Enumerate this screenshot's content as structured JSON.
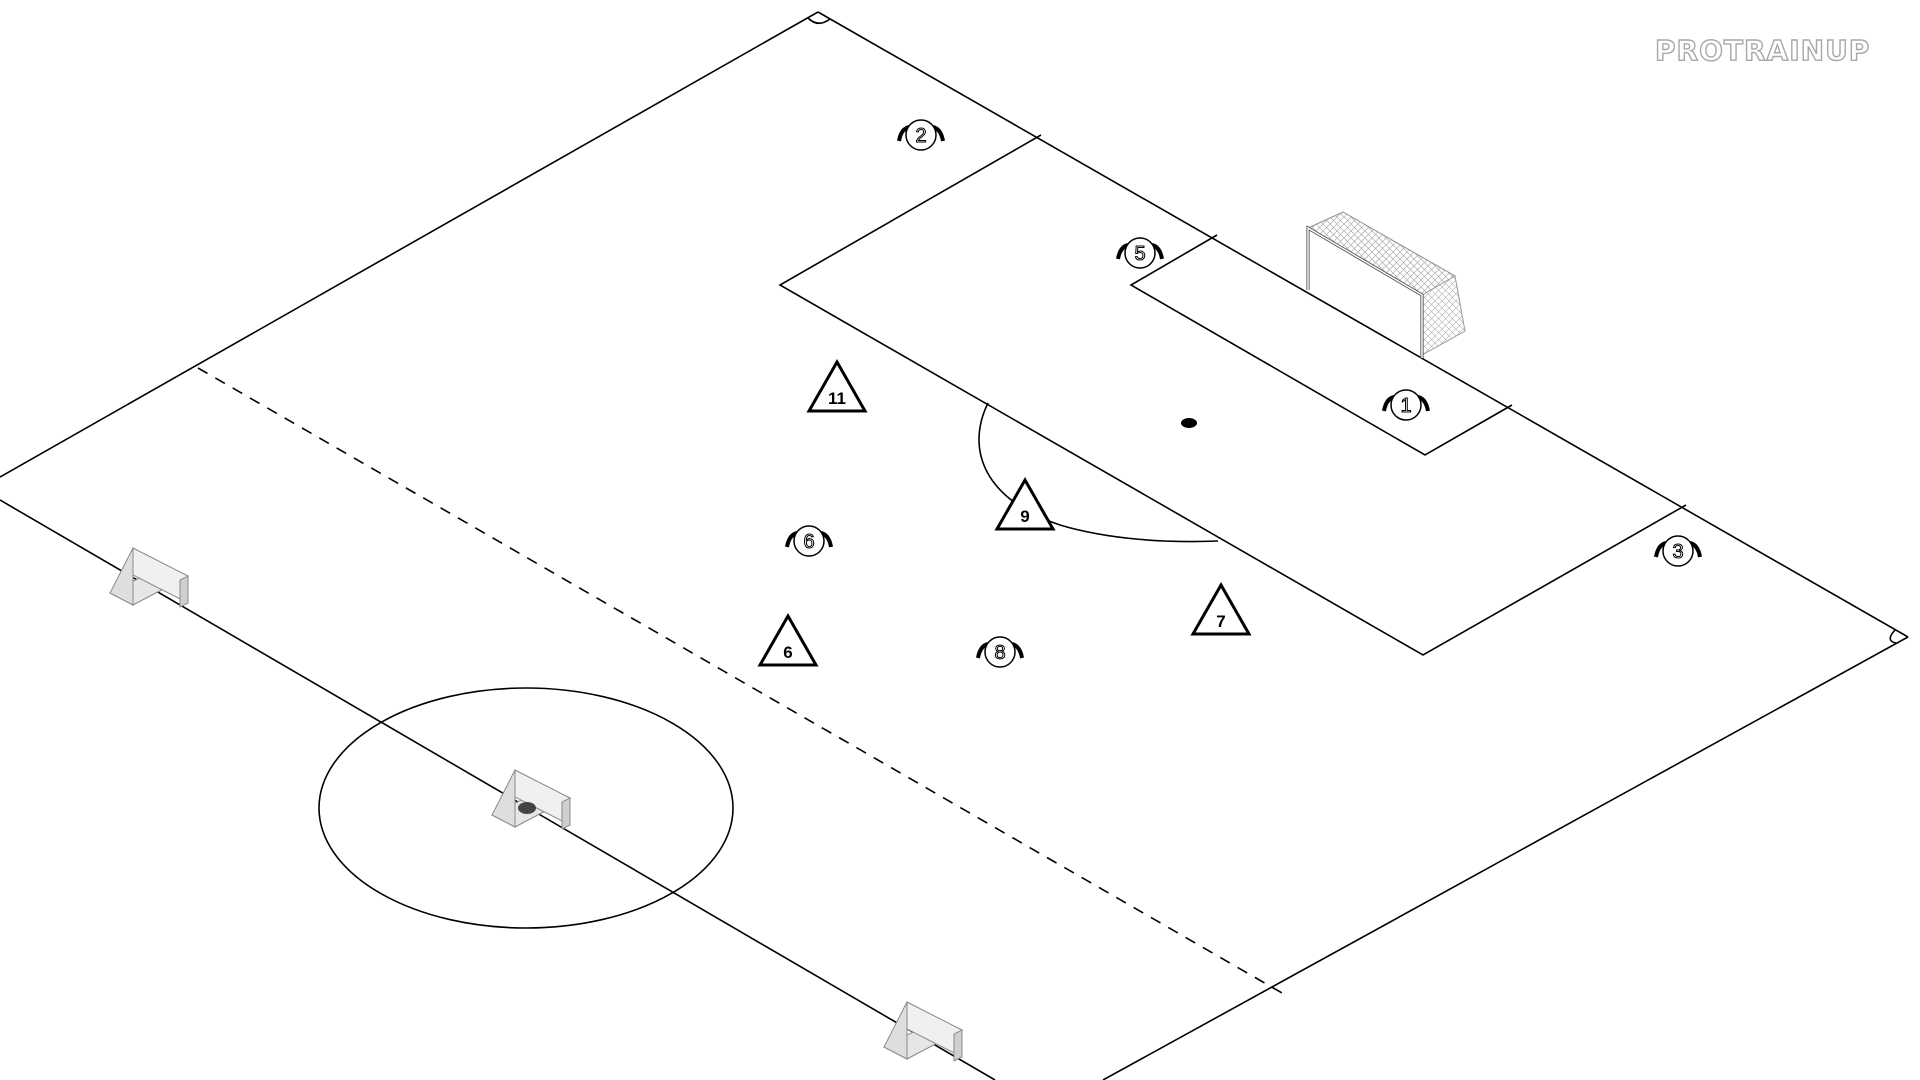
{
  "brand": {
    "logo_text": "PROTRAINUP"
  },
  "colors": {
    "line": "#000000",
    "background": "#ffffff",
    "goal_fill": "#e6e6e6",
    "goal_stroke": "#8a8a8a",
    "logo_stroke": "#a8a8a8"
  },
  "players_circle": [
    {
      "label": "1",
      "icon": "player-top-view-icon"
    },
    {
      "label": "2",
      "icon": "player-top-view-icon"
    },
    {
      "label": "3",
      "icon": "player-top-view-icon"
    },
    {
      "label": "5",
      "icon": "player-top-view-icon"
    },
    {
      "label": "6",
      "icon": "player-top-view-icon"
    },
    {
      "label": "8",
      "icon": "player-top-view-icon"
    }
  ],
  "players_triangle": [
    {
      "label": "11",
      "icon": "triangle-player-icon"
    },
    {
      "label": "9",
      "icon": "triangle-player-icon"
    },
    {
      "label": "7",
      "icon": "triangle-player-icon"
    },
    {
      "label": "6",
      "icon": "triangle-player-icon"
    }
  ],
  "equipment": [
    {
      "name": "full-size goal",
      "icon": "goal-net-icon"
    },
    {
      "name": "mini goal",
      "icon": "mini-goal-icon"
    },
    {
      "name": "mini goal",
      "icon": "mini-goal-icon"
    },
    {
      "name": "mini goal",
      "icon": "mini-goal-icon"
    },
    {
      "name": "ball",
      "icon": "ball-icon"
    }
  ]
}
